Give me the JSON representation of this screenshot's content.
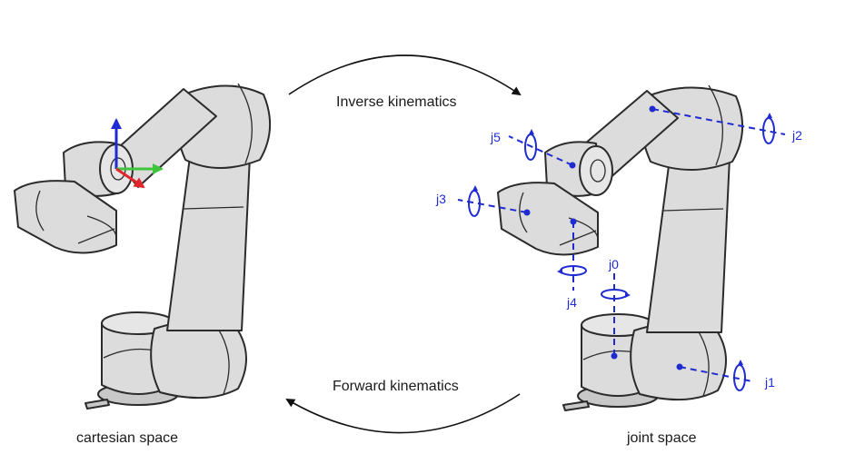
{
  "labels": {
    "inverse": "Inverse kinematics",
    "forward": "Forward kinematics",
    "left_caption": "cartesian space",
    "right_caption": "joint space"
  },
  "joints": [
    "j0",
    "j1",
    "j2",
    "j3",
    "j4",
    "j5"
  ],
  "colors": {
    "joint_annotation": "#1f2bd1",
    "axis_x": "#e0262a",
    "axis_y": "#3fc43c",
    "axis_z": "#1f2bd1",
    "robot_body": "#dcdcdc",
    "outline": "#2b2b2b"
  }
}
